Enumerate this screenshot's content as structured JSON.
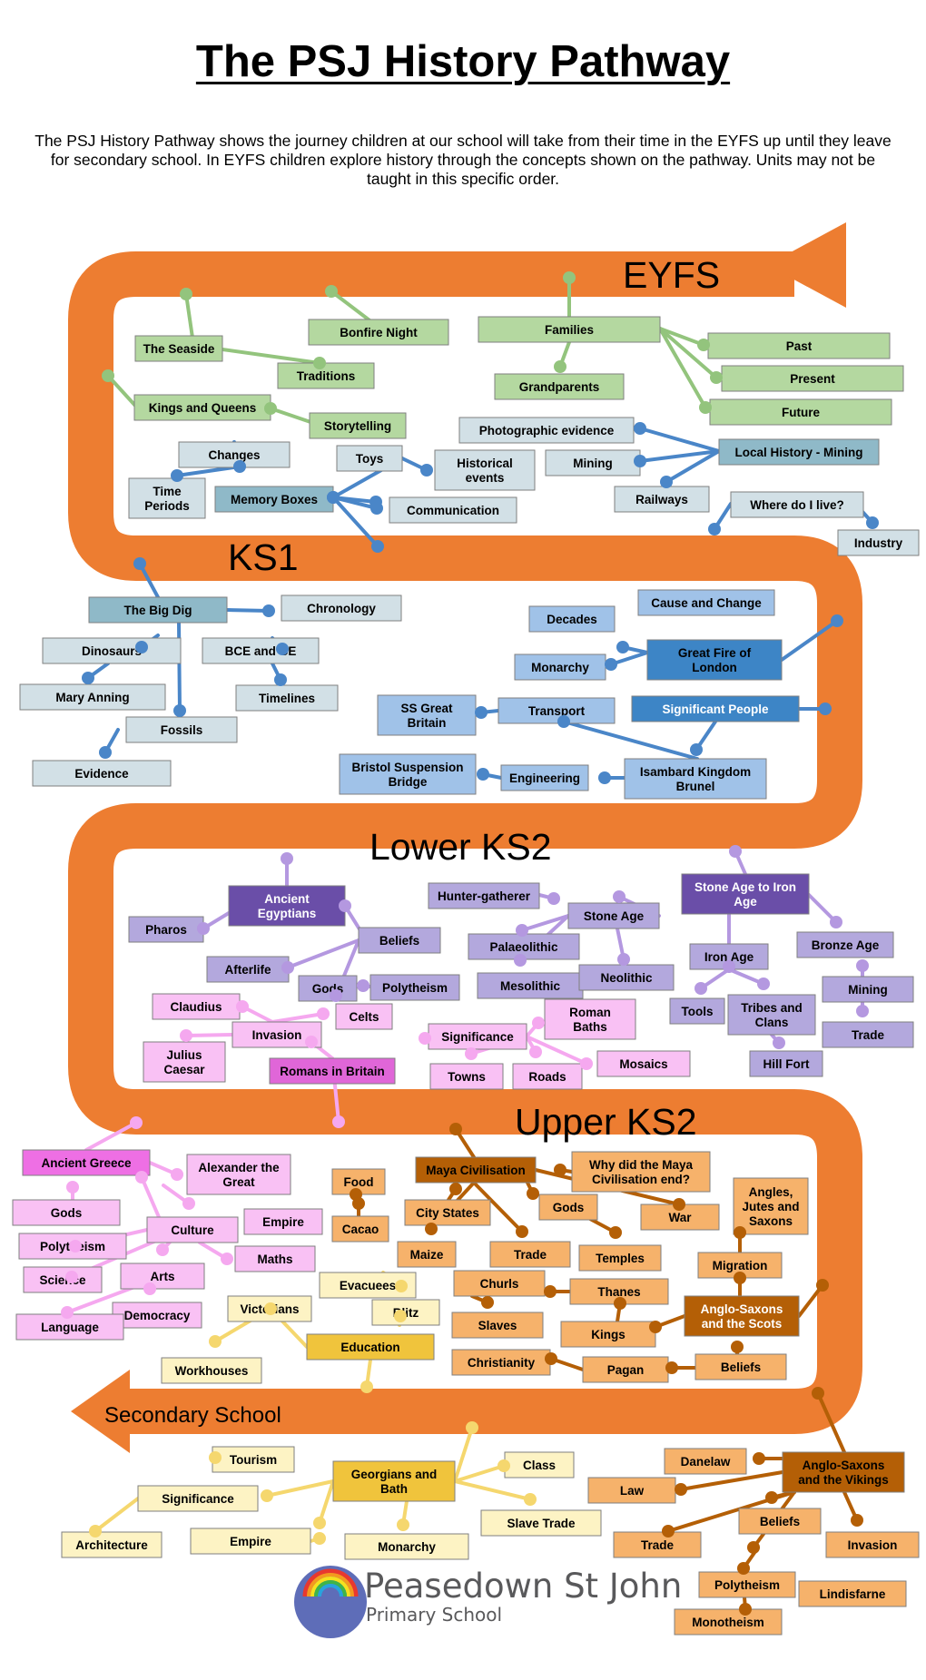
{
  "title": "The PSJ History Pathway",
  "intro": "The PSJ History Pathway shows the journey children at our school will take from their time in the EYFS up until they leave for secondary school. In EYFS children explore history through the concepts shown on the pathway. Units may not be taught in this specific order.",
  "colors": {
    "path": "#ed7d31",
    "eyfs": "#b4d8a0",
    "ks1": "#d2e0e6",
    "ks1_topic": "#8fb9c8",
    "ks1_blue": "#a0c2e8",
    "ks1_blue_topic": "#3d85c6",
    "lks2": "#b3a8dd",
    "lks2_topic": "#6a4ea8",
    "lks2_pink": "#f9c1f4",
    "lks2_pink_topic": "#e066d8",
    "uks2_pink": "#f9c1f4",
    "uks2_pink_topic": "#ee6fe4",
    "uks2_yellow": "#fdf3c4",
    "uks2_yellow_topic": "#f0c43c",
    "uks2_orange": "#f6b26b",
    "uks2_orange_topic": "#b45f06"
  },
  "stages": {
    "eyfs": "EYFS",
    "ks1": "KS1",
    "lower_ks2": "Lower KS2",
    "upper_ks2": "Upper KS2",
    "secondary": "Secondary School"
  },
  "nodes": {
    "the_seaside": "The Seaside",
    "bonfire_night": "Bonfire Night",
    "traditions": "Traditions",
    "kings_and_queens": "Kings and Queens",
    "storytelling": "Storytelling",
    "families": "Families",
    "grandparents": "Grandparents",
    "past": "Past",
    "present": "Present",
    "future": "Future",
    "photographic_evidence": "Photographic evidence",
    "local_history_mining": "Local History - Mining",
    "mining_eyfs": "Mining",
    "railways": "Railways",
    "where_do_i_live": "Where do I live?",
    "industry": "Industry",
    "changes": "Changes",
    "time_periods_1": "Time",
    "time_periods_2": "Periods",
    "memory_boxes": "Memory Boxes",
    "toys": "Toys",
    "historical_events_1": "Historical",
    "historical_events_2": "events",
    "communication": "Communication",
    "the_big_dig": "The Big Dig",
    "chronology": "Chronology",
    "dinosaurs": "Dinosaurs",
    "bce_and_ce": "BCE and CE",
    "mary_anning": "Mary Anning",
    "timelines": "Timelines",
    "fossils": "Fossils",
    "evidence": "Evidence",
    "decades": "Decades",
    "cause_and_change": "Cause and Change",
    "great_fire_1": "Great Fire of",
    "great_fire_2": "London",
    "monarchy_ks1": "Monarchy",
    "ss_great_britain_1": "SS Great",
    "ss_great_britain_2": "Britain",
    "transport": "Transport",
    "significant_people": "Significant People",
    "bristol_bridge_1": "Bristol Suspension",
    "bristol_bridge_2": "Bridge",
    "engineering": "Engineering",
    "brunel_1": "Isambard Kingdom",
    "brunel_2": "Brunel",
    "ancient_egyptians_1": "Ancient",
    "ancient_egyptians_2": "Egyptians",
    "pharos": "Pharos",
    "beliefs_egypt": "Beliefs",
    "afterlife": "Afterlife",
    "gods_egypt": "Gods",
    "polytheism_egypt": "Polytheism",
    "hunter_gatherer": "Hunter-gatherer",
    "stone_age": "Stone Age",
    "stone_to_iron_1": "Stone Age to Iron",
    "stone_to_iron_2": "Age",
    "palaeolithic": "Palaeolithic",
    "mesolithic": "Mesolithic",
    "neolithic": "Neolithic",
    "iron_age": "Iron Age",
    "bronze_age": "Bronze Age",
    "tools": "Tools",
    "tribes_1": "Tribes and",
    "tribes_2": "Clans",
    "mining_lks2": "Mining",
    "trade_lks2": "Trade",
    "hill_fort": "Hill Fort",
    "claudius": "Claudius",
    "celts": "Celts",
    "invasion_rome": "Invasion",
    "julius_1": "Julius",
    "julius_2": "Caesar",
    "romans_in_britain": "Romans in Britain",
    "significance_rome": "Significance",
    "roman_baths_1": "Roman",
    "roman_baths_2": "Baths",
    "towns": "Towns",
    "roads": "Roads",
    "mosaics": "Mosaics",
    "ancient_greece": "Ancient Greece",
    "alexander_1": "Alexander the",
    "alexander_2": "Great",
    "gods_greece": "Gods",
    "empire_greece": "Empire",
    "culture": "Culture",
    "polytheism_greece": "Polytheism",
    "arts": "Arts",
    "maths": "Maths",
    "science": "Science",
    "democracy": "Democracy",
    "language": "Language",
    "food": "Food",
    "maya_civilisation": "Maya Civilisation",
    "why_maya_1": "Why did the Maya",
    "why_maya_2": "Civilisation end?",
    "city_states": "City States",
    "gods_maya": "Gods",
    "cacao": "Cacao",
    "war": "War",
    "maize": "Maize",
    "trade_maya": "Trade",
    "temples": "Temples",
    "angles_1": "Angles,",
    "angles_2": "Jutes and",
    "angles_3": "Saxons",
    "migration": "Migration",
    "churls": "Churls",
    "thanes": "Thanes",
    "slaves": "Slaves",
    "kings_as": "Kings",
    "as_scots_1": "Anglo-Saxons",
    "as_scots_2": "and the Scots",
    "christianity": "Christianity",
    "pagan": "Pagan",
    "beliefs_as": "Beliefs",
    "evacuees": "Evacuees",
    "victorians": "Victorians",
    "blitz": "Blitz",
    "education": "Education",
    "workhouses": "Workhouses",
    "tourism": "Tourism",
    "georgians_1": "Georgians and",
    "georgians_2": "Bath",
    "class": "Class",
    "significance_georg": "Significance",
    "slave_trade": "Slave Trade",
    "architecture": "Architecture",
    "empire_georg": "Empire",
    "monarchy_georg": "Monarchy",
    "danelaw": "Danelaw",
    "as_vikings_1": "Anglo-Saxons",
    "as_vikings_2": "and the Vikings",
    "law": "Law",
    "beliefs_vik": "Beliefs",
    "trade_vik": "Trade",
    "invasion_vik": "Invasion",
    "polytheism_vik": "Polytheism",
    "lindisfarne": "Lindisfarne",
    "monotheism": "Monotheism"
  },
  "logo": {
    "name": "Peasedown St John",
    "subtitle": "Primary School"
  }
}
